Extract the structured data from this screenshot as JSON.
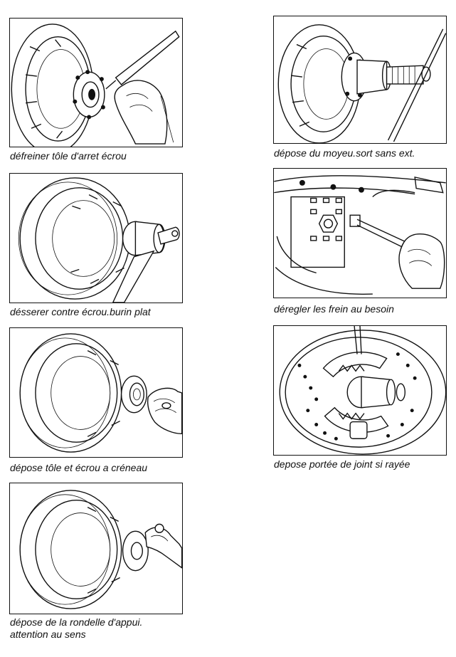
{
  "steps": [
    {
      "id": 1,
      "caption": "défreiner tôle d'arret écrou"
    },
    {
      "id": 2,
      "caption": "désserer contre écrou.burin plat"
    },
    {
      "id": 3,
      "caption": "dépose tôle et écrou a créneau"
    },
    {
      "id": 4,
      "caption_lines": [
        "dépose de la rondelle d'appui.",
        "attention au sens"
      ]
    },
    {
      "id": 5,
      "caption": "dépose du moyeu.sort sans ext."
    },
    {
      "id": 6,
      "caption": "déregler les frein au besoin"
    },
    {
      "id": 7,
      "caption": "depose portée de joint si rayée"
    }
  ]
}
